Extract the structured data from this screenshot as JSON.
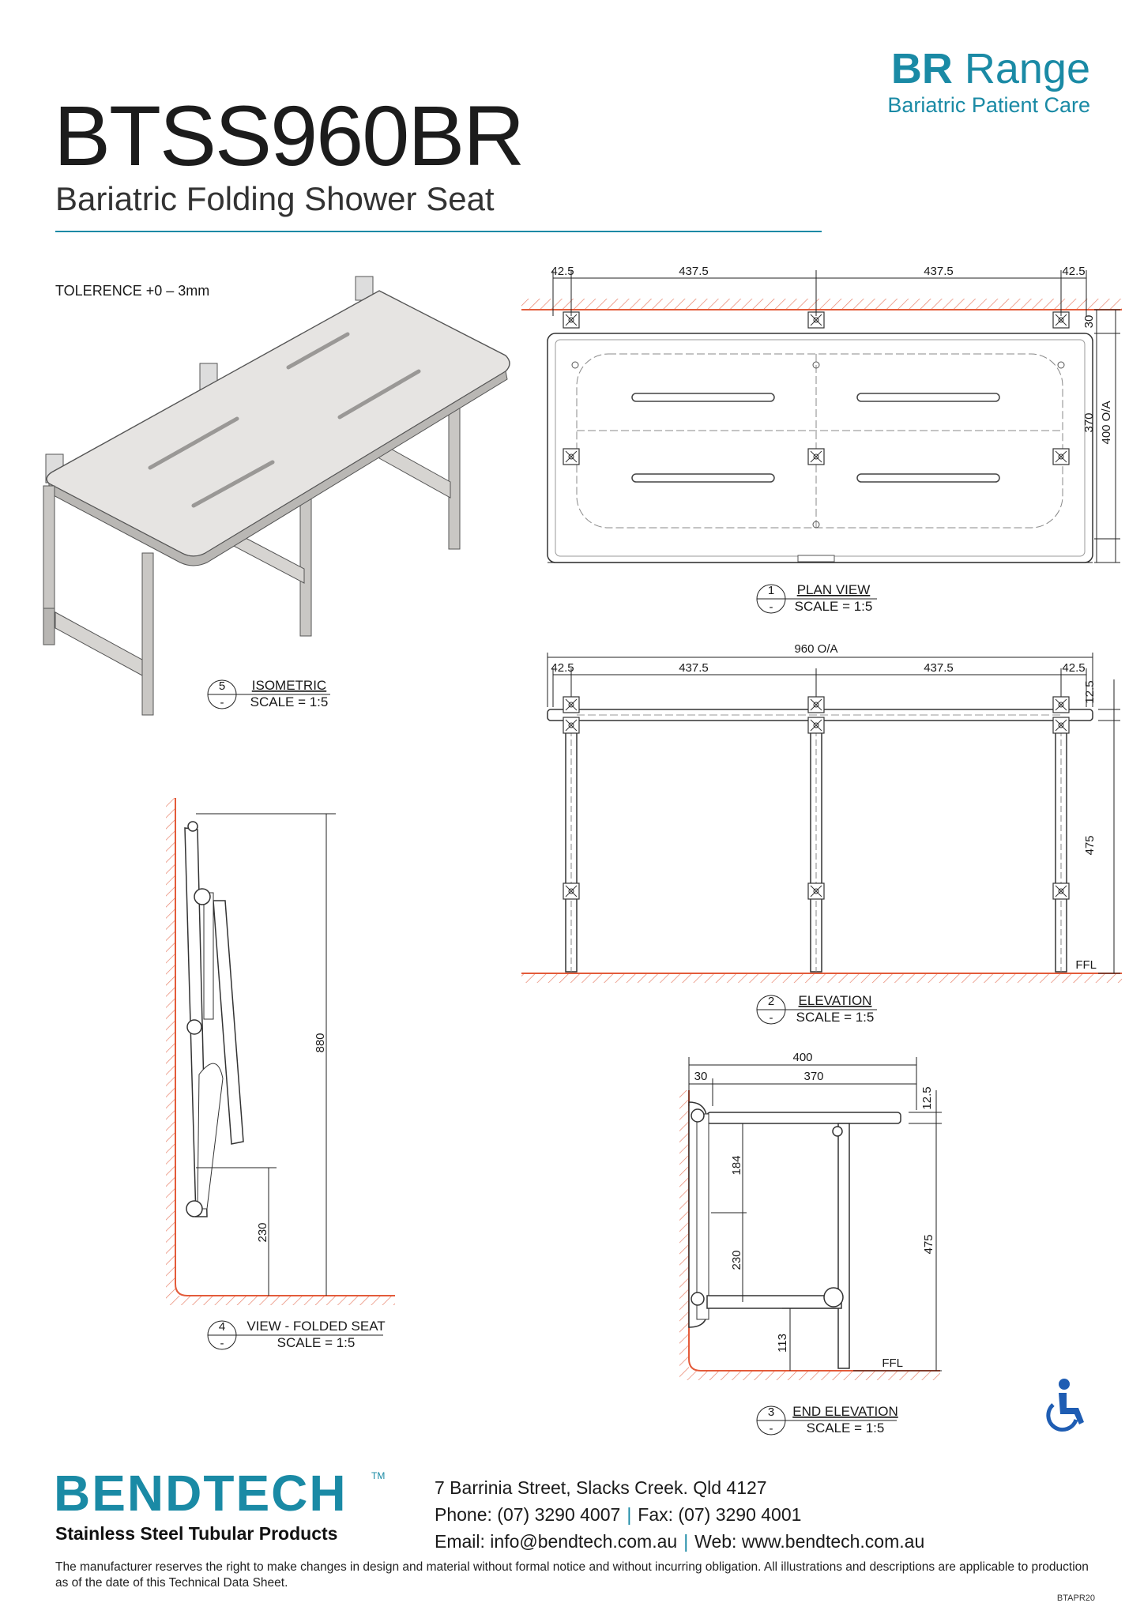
{
  "header": {
    "product_code": "BTSS960BR",
    "product_name": "Bariatric Folding Shower Seat",
    "range_bold": "BR",
    "range_word": "Range",
    "range_subtitle": "Bariatric Patient Care",
    "accent_color": "#1a8aa5"
  },
  "tolerance": "TOLERENCE +0 – 3mm",
  "views": {
    "isometric": {
      "num": "5",
      "sub": "-",
      "title": "ISOMETRIC",
      "scale": "SCALE = 1:5"
    },
    "plan": {
      "num": "1",
      "sub": "-",
      "title": "PLAN VIEW",
      "scale": "SCALE = 1:5",
      "dims": {
        "d1": "42.5",
        "d2": "437.5",
        "d3": "437.5",
        "d4": "42.5",
        "d5": "30",
        "d6": "370",
        "d7": "400 O/A"
      }
    },
    "elevation": {
      "num": "2",
      "sub": "-",
      "title": "ELEVATION",
      "scale": "SCALE = 1:5",
      "dims": {
        "overall": "960 O/A",
        "d1": "42.5",
        "d2": "437.5",
        "d3": "437.5",
        "d4": "42.5",
        "d5": "12.5",
        "d6": "475",
        "ffl": "FFL"
      }
    },
    "folded": {
      "num": "4",
      "sub": "-",
      "title": "VIEW - FOLDED SEAT",
      "scale": "SCALE = 1:5",
      "dims": {
        "d1": "880",
        "d2": "230"
      }
    },
    "end_elevation": {
      "num": "3",
      "sub": "-",
      "title": "END ELEVATION",
      "scale": "SCALE = 1:5",
      "dims": {
        "d1": "400",
        "d2": "30",
        "d3": "370",
        "d4": "12.5",
        "d5": "184",
        "d6": "230",
        "d7": "475",
        "d8": "113",
        "ffl": "FFL"
      }
    }
  },
  "icons": {
    "accessibility": "wheelchair-icon"
  },
  "footer": {
    "logo_text": "BENDTECH",
    "logo_tm": "TM",
    "logo_sub": "Stainless Steel Tubular Products",
    "address": "7 Barrinia Street, Slacks Creek. Qld 4127",
    "phone": "Phone: (07) 3290 4007",
    "fax": "Fax: (07) 3290 4001",
    "email": "Email: info@bendtech.com.au",
    "web": "Web: www.bendtech.com.au",
    "separator": "|",
    "disclaimer": "The manufacturer reserves the right to make changes in design and material without formal notice and without incurring obligation. All illustrations and descriptions are applicable to production as of the date of this Technical Data Sheet.",
    "doc_ref": "BTAPR20"
  }
}
